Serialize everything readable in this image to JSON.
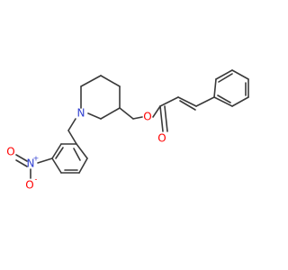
{
  "molecule": {
    "atoms": {
      "nitrogen_ring": "N",
      "ester_oxygen": "O",
      "carbonyl_oxygen": "O",
      "nitro_nitrogen": "N",
      "nitro_plus": "+",
      "nitro_oxygen_minus": "O",
      "nitro_minus": "-",
      "nitro_oxygen_double": "O"
    },
    "colors": {
      "bond": "#3a3a3a",
      "nitrogen": "#2f3fd0",
      "oxygen": "#ff0000"
    }
  }
}
